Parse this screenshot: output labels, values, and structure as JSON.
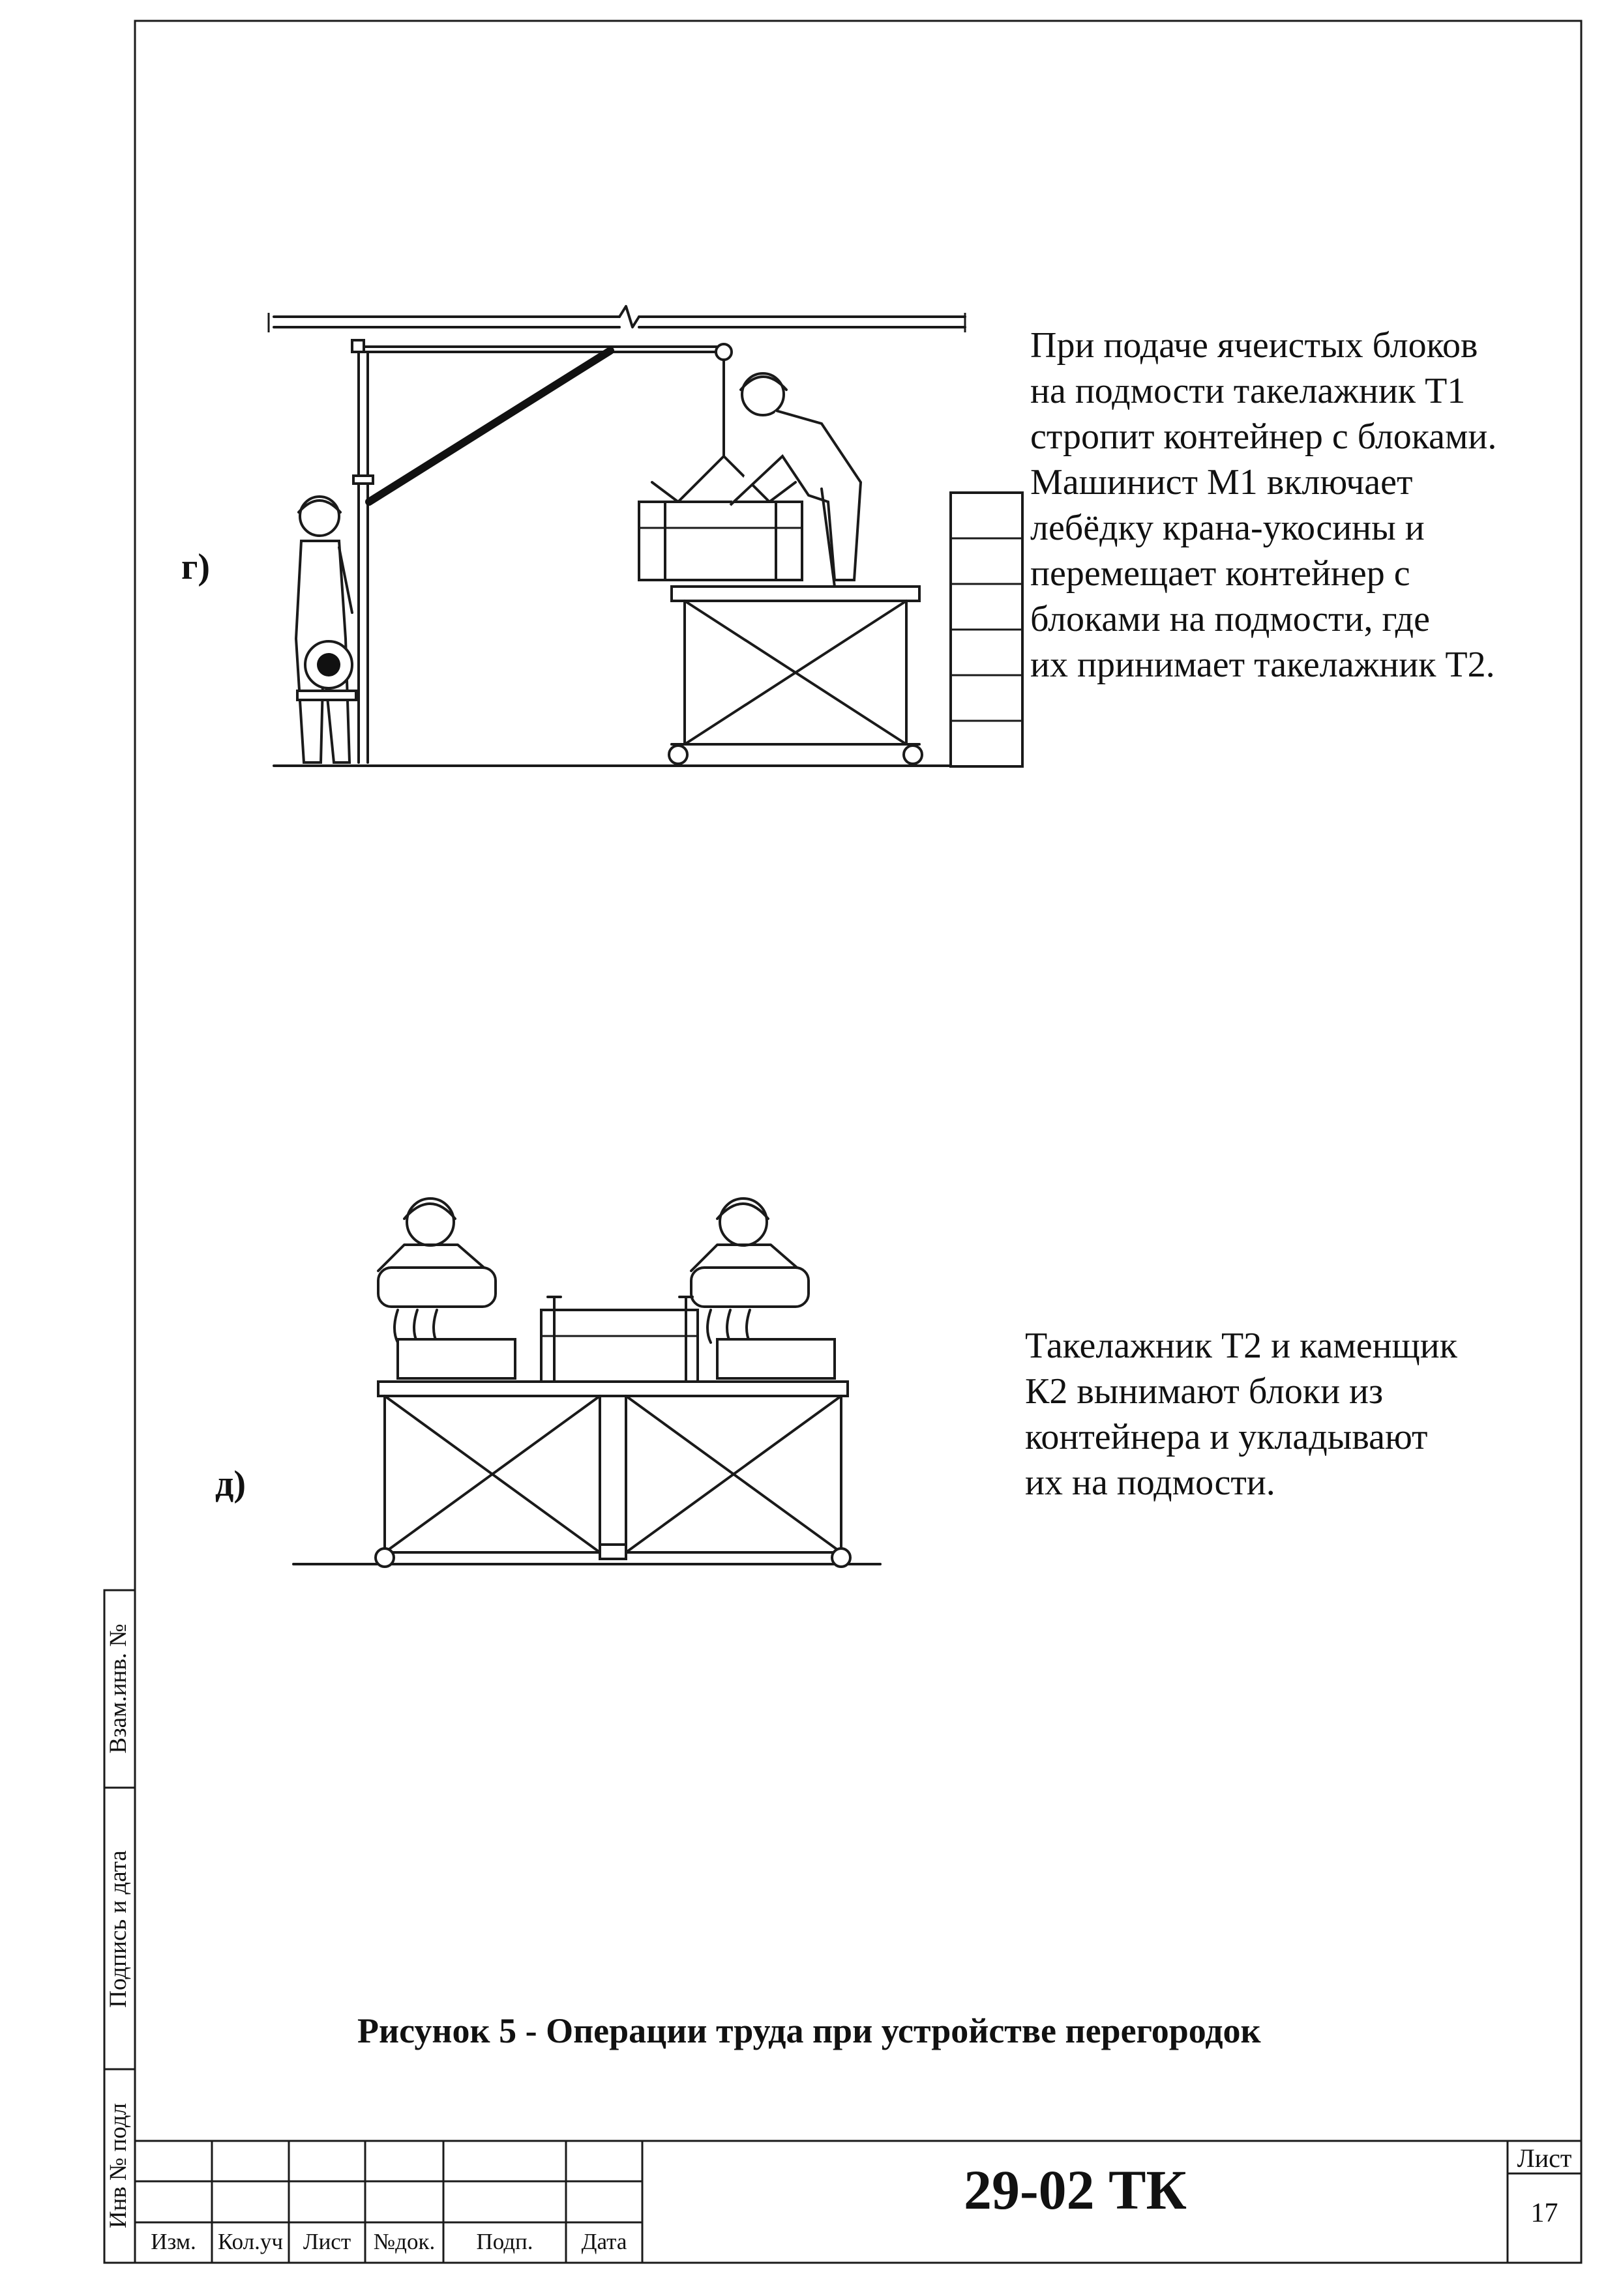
{
  "figure_g": {
    "label": "г)",
    "description": "При подаче ячеистых блоков\nна подмости такелажник Т1\nстропит контейнер с блоками.\nМашинист М1 включает\nлебёдку крана-укосины и\nперемещает контейнер с\nблоками на подмости, где\nих принимает такелажник Т2."
  },
  "figure_d": {
    "label": "д)",
    "description": "Такелажник Т2 и каменщик\nК2 вынимают блоки из\nконтейнера и укладывают\nих на подмости."
  },
  "caption": "Рисунок 5 - Операции труда при устройстве перегородок",
  "side_stamp": {
    "inv_podl": "Инв № подл",
    "podpis_data": "Подпись и дата",
    "vzam_inv": "Взам.инв. №"
  },
  "title_block": {
    "columns": [
      "Изм.",
      "Кол.уч",
      "Лист",
      "№док.",
      "Подп.",
      "Дата"
    ],
    "document_number": "29-02 ТК",
    "sheet_label": "Лист",
    "sheet_number": "17"
  }
}
